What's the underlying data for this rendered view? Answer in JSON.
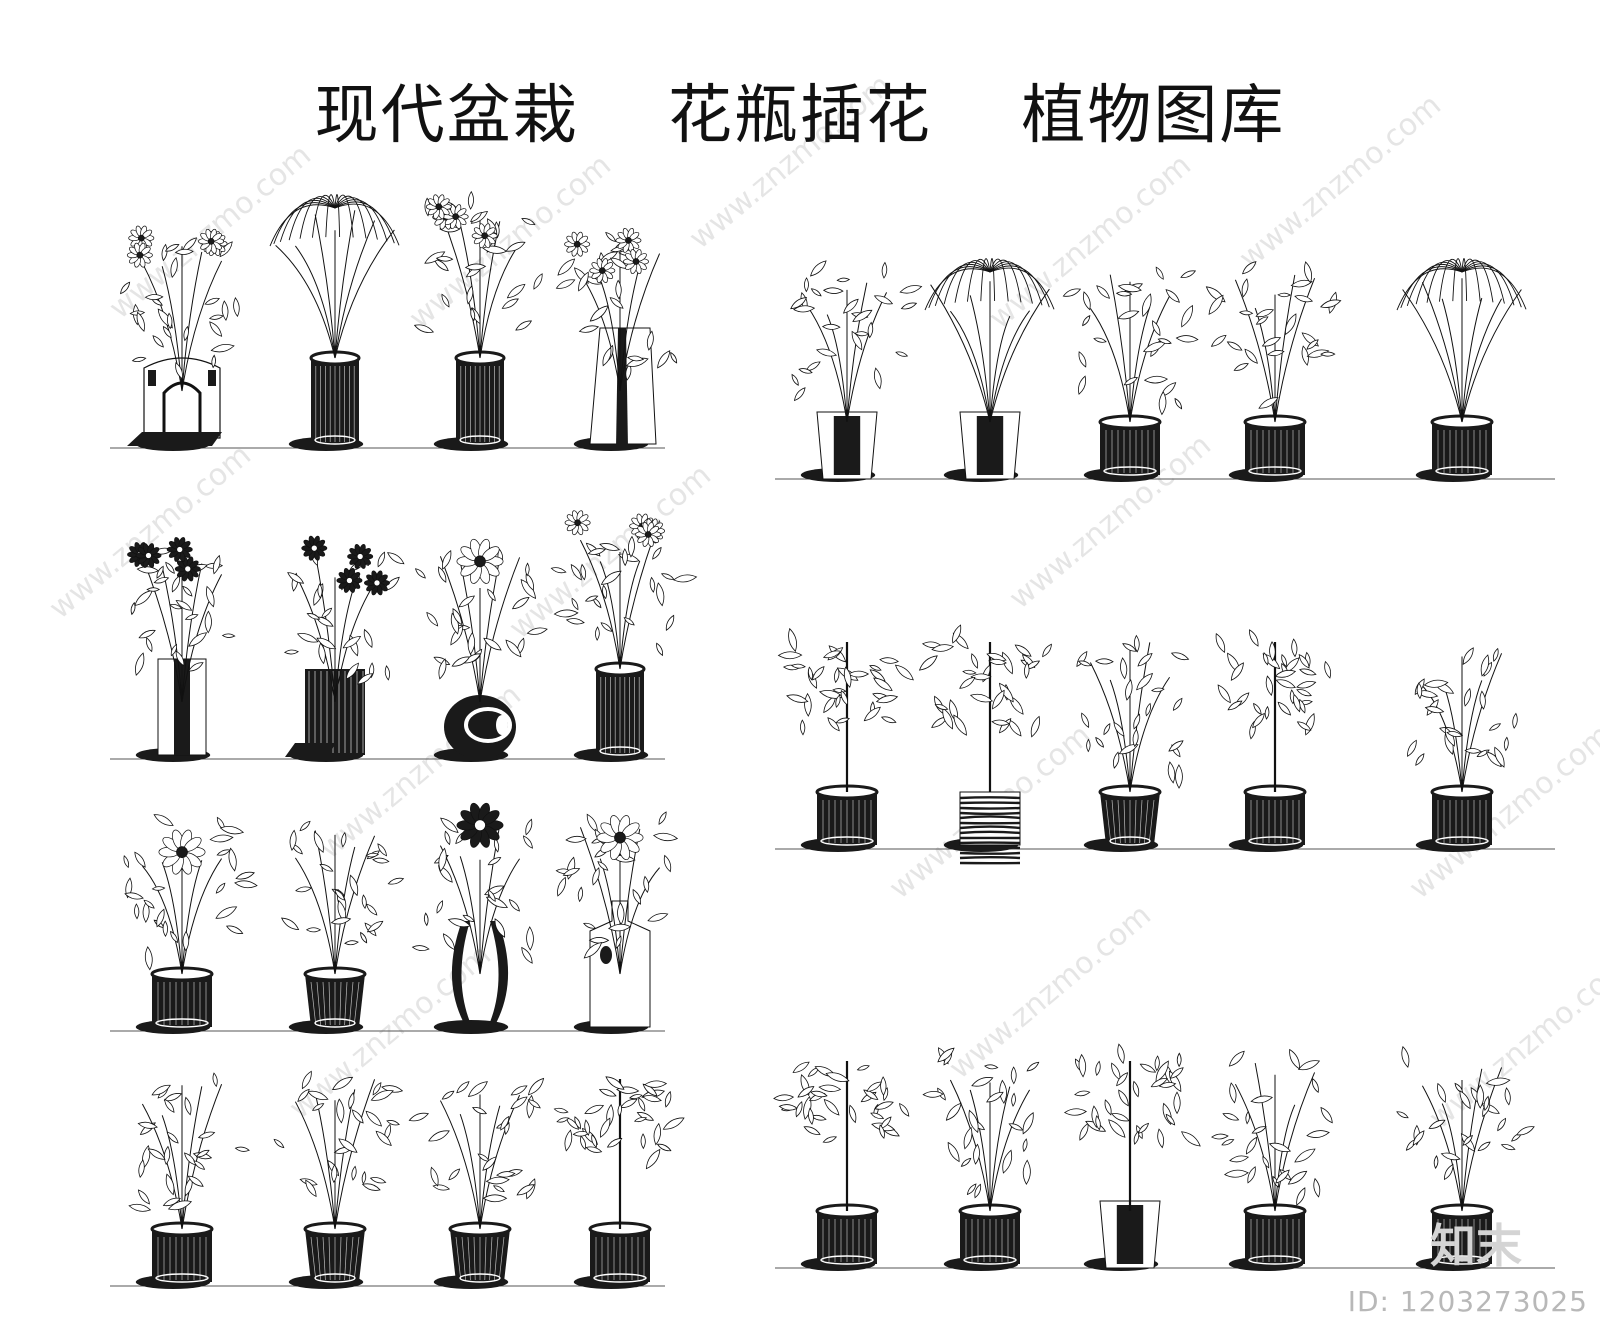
{
  "title": "现代盆栽    花瓶插花    植物图库",
  "watermark": {
    "text": "www.znzmo.com",
    "logo": "知末",
    "id_label": "ID: 1203273025"
  },
  "colors": {
    "ink": "#111111",
    "pot": "#1a1a1a",
    "watermark": "#cfcfcf"
  },
  "left_panel": {
    "rows": [
      {
        "items": [
          {
            "kind": "flower-arrangement",
            "pot": "handled-vase"
          },
          {
            "kind": "daisy-and-palm",
            "pot": "cylinder-tall"
          },
          {
            "kind": "lily",
            "pot": "cylinder-tall"
          },
          {
            "kind": "gladiolus",
            "pot": "tapered-vase"
          }
        ]
      },
      {
        "items": [
          {
            "kind": "gerbera-hydrangea",
            "pot": "slim-vase"
          },
          {
            "kind": "violet-bouquet",
            "pot": "box-planter"
          },
          {
            "kind": "peony",
            "pot": "round-bowl"
          },
          {
            "kind": "orchid",
            "pot": "cylinder-tall"
          }
        ]
      },
      {
        "items": [
          {
            "kind": "hibiscus",
            "pot": "cylinder-short"
          },
          {
            "kind": "pothos",
            "pot": "bucket"
          },
          {
            "kind": "amaryllis",
            "pot": "curved-vase"
          },
          {
            "kind": "sunflower",
            "pot": "bottle-vase"
          }
        ]
      },
      {
        "items": [
          {
            "kind": "bamboo-shrub",
            "pot": "cylinder-short"
          },
          {
            "kind": "schefflera",
            "pot": "tapered-pot"
          },
          {
            "kind": "rubber-plant",
            "pot": "bucket"
          },
          {
            "kind": "small-tree",
            "pot": "cylinder-short"
          }
        ]
      }
    ]
  },
  "right_panel": {
    "rows": [
      {
        "items": [
          {
            "kind": "maple-shrub",
            "pot": "glass-vase"
          },
          {
            "kind": "umbrella-palm",
            "pot": "glass-vase"
          },
          {
            "kind": "ivy-column",
            "pot": "cylinder-wide"
          },
          {
            "kind": "fig-shrub",
            "pot": "cylinder-wide"
          },
          {
            "kind": "fan-palm",
            "pot": "drum"
          }
        ]
      },
      {
        "items": [
          {
            "kind": "braided-money-tree",
            "pot": "cylinder-wide"
          },
          {
            "kind": "branching-tree",
            "pot": "striped-drum"
          },
          {
            "kind": "multi-stem",
            "pot": "bucket"
          },
          {
            "kind": "round-crown-tree",
            "pot": "cylinder-wide"
          },
          {
            "kind": "ivy-column",
            "pot": "cylinder-wide"
          }
        ]
      },
      {
        "items": [
          {
            "kind": "lollipop-tree",
            "pot": "cylinder-wide"
          },
          {
            "kind": "tall-shrub",
            "pot": "cylinder-wide"
          },
          {
            "kind": "fig-tree",
            "pot": "glass-vase"
          },
          {
            "kind": "leafy-shrub",
            "pot": "cylinder-wide"
          },
          {
            "kind": "bamboo-stalks",
            "pot": "drum"
          }
        ]
      }
    ]
  }
}
